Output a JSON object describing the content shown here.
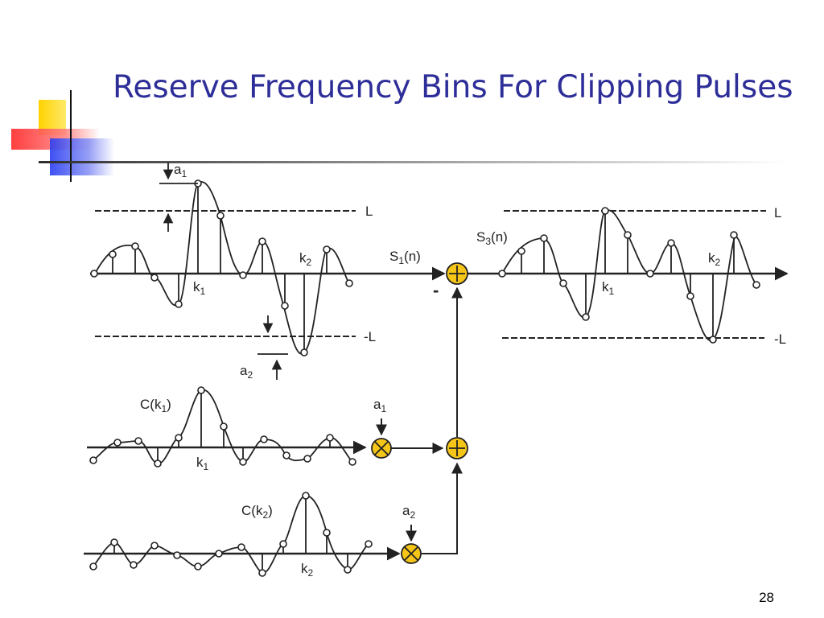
{
  "slide": {
    "title": "Reserve Frequency Bins For Clipping Pulses",
    "page_number": "28"
  },
  "labels": {
    "L": "L",
    "neg_L": "-L",
    "S1": "S",
    "S1_sub": "1",
    "S1_arg": "(n)",
    "S3": "S",
    "S3_sub": "3",
    "S3_arg": "(n)",
    "k": "k",
    "k1_sub": "1",
    "k2_sub": "2",
    "a": "a",
    "a1_sub": "1",
    "a2_sub": "2",
    "C": "C(k",
    "C_close": ")",
    "minus": "-"
  },
  "colors": {
    "title": "#2e2e99",
    "operator_fill": "#f5c518",
    "stroke": "#222222",
    "deco_yellow": "#ffd200",
    "deco_red": "#ff3030",
    "deco_blue": "#2a3df0"
  },
  "operators": {
    "adder": "plus-circle",
    "multiplier": "times-circle"
  }
}
